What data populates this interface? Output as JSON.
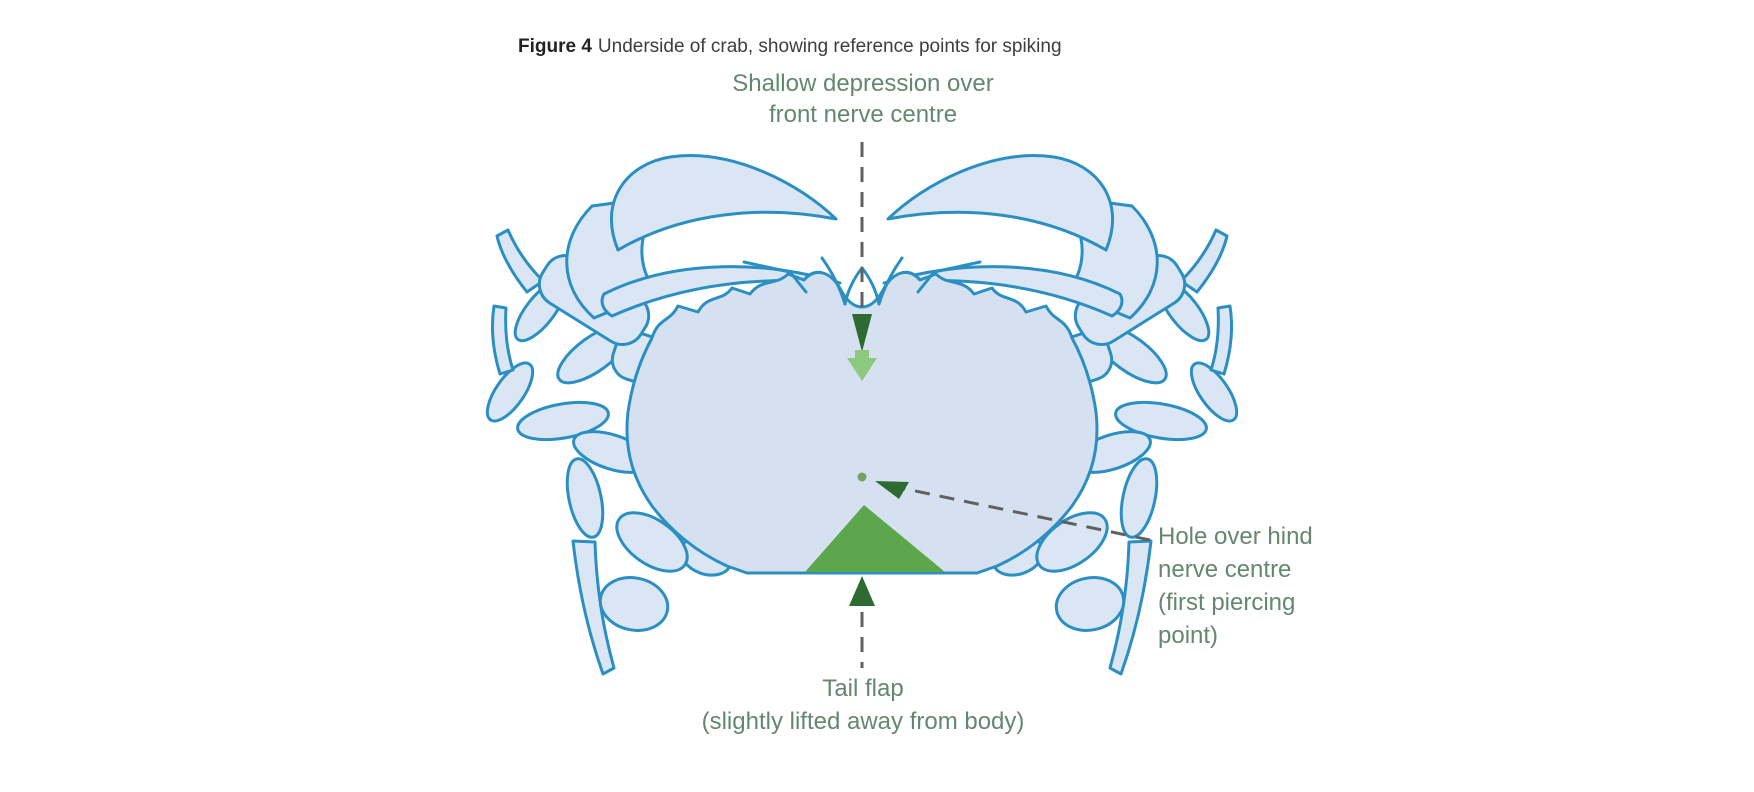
{
  "figure": {
    "title_bold": "Figure 4",
    "title_rest": "Underside of crab, showing reference points for spiking"
  },
  "labels": {
    "front": {
      "line1": "Shallow depression over",
      "line2": "front nerve centre"
    },
    "hind": {
      "line1": "Hole over hind",
      "line2": "nerve centre",
      "line3": "(first piercing",
      "line4": "point)"
    },
    "tail": {
      "line1": "Tail flap",
      "line2": "(slightly lifted away from body)"
    }
  },
  "colors": {
    "outline_blue": "#2b8fc2",
    "shell_fill": "#dae6f4",
    "body_fill": "#d5e1f0",
    "marker_green": "#5ca74c",
    "arrow_dark_green": "#2e6b33",
    "arrow_light_green": "#8cc87d",
    "dot_green": "#76a163",
    "label_text": "#64876f",
    "dashed_line": "#606060",
    "title_text": "#3d3d3d"
  }
}
